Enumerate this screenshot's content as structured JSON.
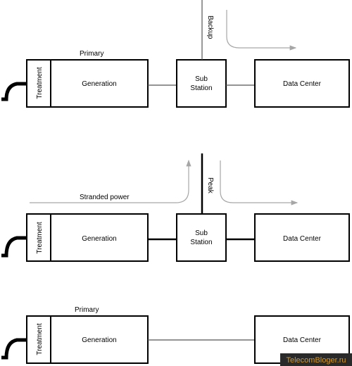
{
  "labels": {
    "primary_top": "Primary",
    "backup": "Backup",
    "stranded": "Stranded power",
    "peak": "Peak",
    "primary_bottom": "Primary"
  },
  "boxes": {
    "treatment": "Treatment",
    "generation": "Generation",
    "sub_line1": "Sub",
    "sub_line2": "Station",
    "data_center": "Data Center"
  },
  "watermark": "TelecomBloger.ru"
}
